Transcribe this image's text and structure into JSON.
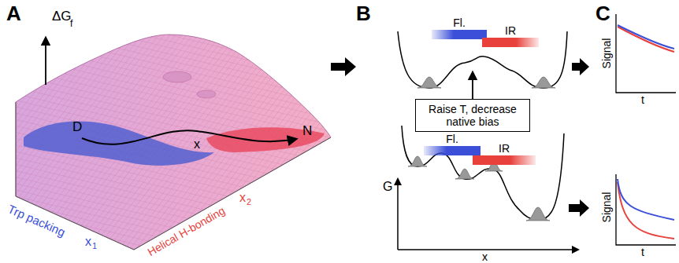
{
  "diagram": {
    "nodes": [
      {
        "text": [
          "Fl."
        ]
      },
      {
        "text": [
          "IR"
        ]
      },
      {
        "text": [
          "Raise T, decrease native bias"
        ]
      },
      {
        "text": [
          "Fl."
        ]
      },
      {
        "text": [
          "IR"
        ]
      }
    ],
    "labels": [
      "A",
      "ΔG",
      "f",
      "D",
      "N",
      "x",
      "Trp packing",
      "x",
      "1",
      "Helical H-bonding",
      "x",
      "2",
      "B",
      "G",
      "x",
      "C",
      "Signal",
      "t",
      "Signal",
      "t"
    ]
  }
}
